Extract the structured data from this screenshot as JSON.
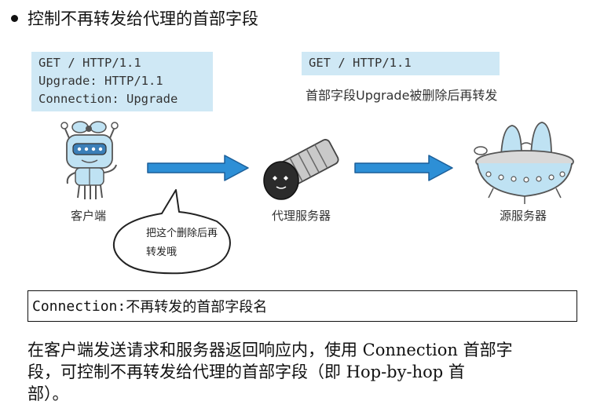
{
  "heading": "控制不再转发给代理的首部字段",
  "request_left": [
    "GET / HTTP/1.1",
    "Upgrade: HTTP/1.1",
    "Connection: Upgrade"
  ],
  "request_right": "GET / HTTP/1.1",
  "proxy_note": "首部字段Upgrade被删除后再转发",
  "labels": {
    "client": "客户端",
    "proxy": "代理服务器",
    "origin": "源服务器"
  },
  "bubble": [
    "把这个删除后再",
    "转发哦"
  ],
  "definition": {
    "key": "Connection:",
    "value": " 不再转发的首部字段名"
  },
  "paragraph": [
    "在客户端发送请求和服务器返回响应内，使用 Connection 首部字",
    "段，可控制不再转发给代理的首部字段（即 Hop-by-hop 首",
    "部）。"
  ],
  "colors": {
    "box": "#cfe8f5",
    "arrow": "#2d8fd6",
    "ink": "#111111"
  }
}
